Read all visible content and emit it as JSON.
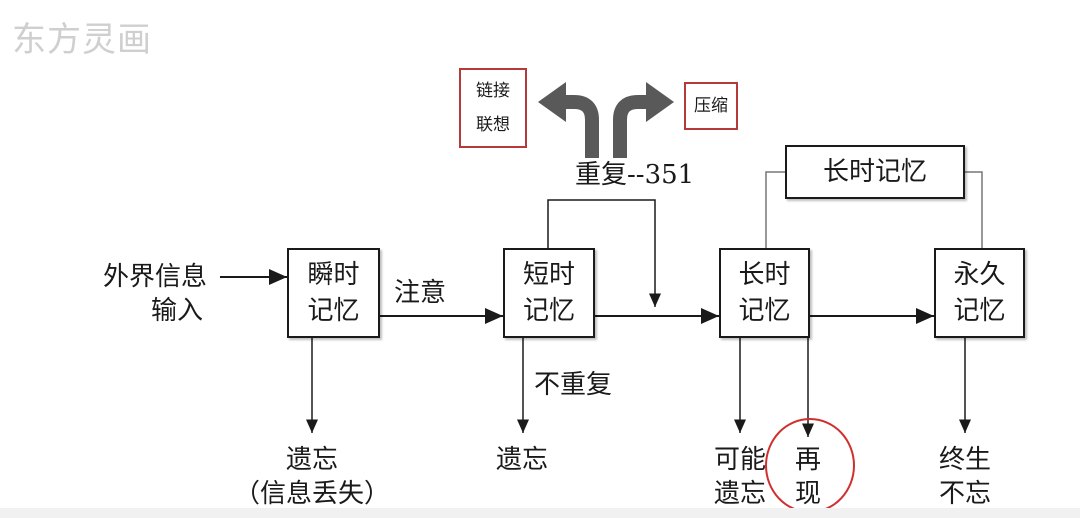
{
  "watermark": "东方灵画",
  "boxes": {
    "sensory": [
      "瞬时",
      "记忆"
    ],
    "short_term": [
      "短时",
      "记忆"
    ],
    "long_term": [
      "长时",
      "记忆"
    ],
    "permanent": [
      "永久",
      "记忆"
    ],
    "long_term_top": "长时记忆"
  },
  "labels": {
    "input": [
      "外界信息",
      "输入"
    ],
    "attention": "注意",
    "repeat": "重复--351",
    "no_repeat": "不重复",
    "forget_sensory": [
      "遗忘",
      "（信息丢失）"
    ],
    "forget_short": "遗忘",
    "may_forget": [
      "可能",
      "遗忘"
    ],
    "recall": [
      "再",
      "现"
    ],
    "lifelong": [
      "终生",
      "不忘"
    ]
  },
  "annotations": {
    "link": [
      "链接",
      "联想"
    ],
    "compress": "压缩"
  },
  "colors": {
    "line": "#1a1a1a",
    "arrow_gray": "#595959",
    "red_outline": "#b53a3a",
    "ellipse_red": "#d0302d",
    "watermark": "#cfcfcf"
  }
}
